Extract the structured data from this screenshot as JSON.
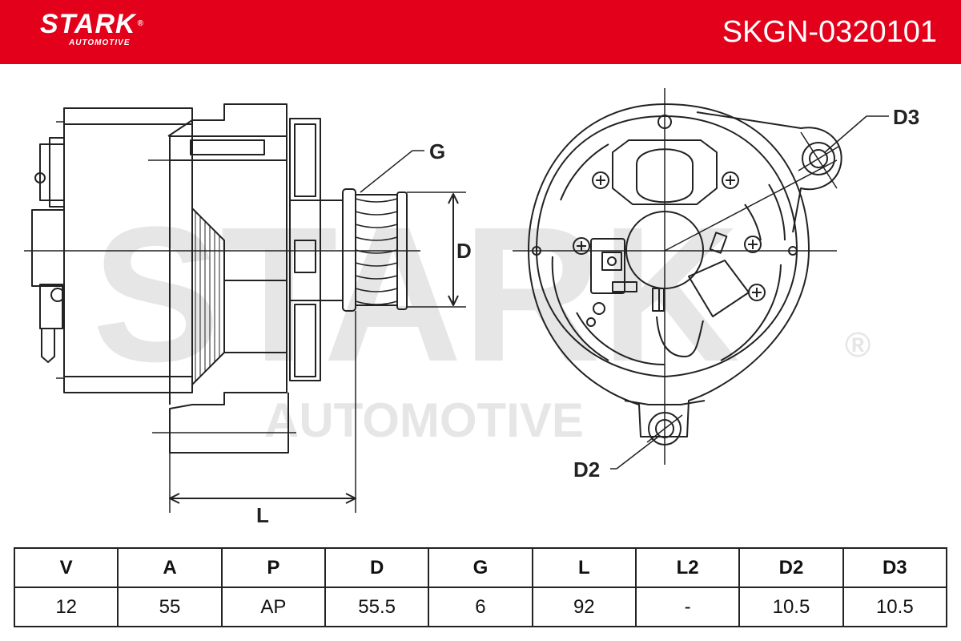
{
  "brand": {
    "name": "STARK",
    "registered": "®",
    "sub": "AUTOMOTIVE"
  },
  "part_number": "SKGN-0320101",
  "watermark": {
    "main": "STARK",
    "sub": "AUTOMOTIVE",
    "registered": "®"
  },
  "dimension_labels": {
    "g": "G",
    "d": "D",
    "l": "L",
    "d2": "D2",
    "d3": "D3"
  },
  "specs": {
    "headers": [
      "V",
      "A",
      "P",
      "D",
      "G",
      "L",
      "L2",
      "D2",
      "D3"
    ],
    "values": [
      "12",
      "55",
      "AP",
      "55.5",
      "6",
      "92",
      "-",
      "10.5",
      "10.5"
    ]
  },
  "colors": {
    "header": "#e3001b",
    "line": "#222222",
    "watermark": "#e6e6e6"
  }
}
